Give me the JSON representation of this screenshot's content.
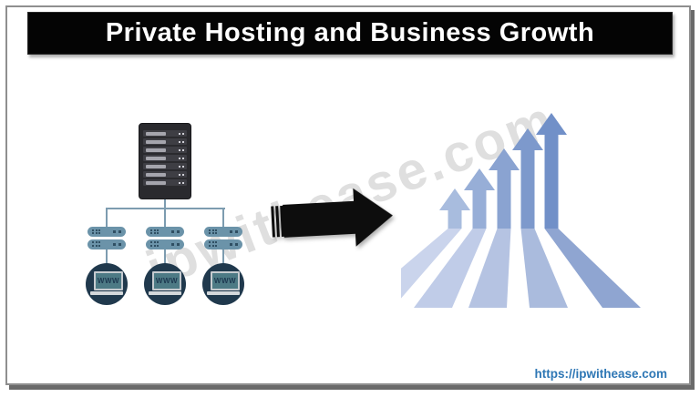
{
  "title": "Private Hosting and Business Growth",
  "watermark_text": "ipwithease.com",
  "footer_url": "https://ipwithease.com",
  "diagram": {
    "server_rack": {
      "icon": "server-rack-icon",
      "unit_count": 7
    },
    "switch_count": 3,
    "switch_rows_per_stack": 2,
    "clients": [
      {
        "label": "WWW"
      },
      {
        "label": "WWW"
      },
      {
        "label": "WWW"
      }
    ]
  },
  "growth_arrows": [
    {
      "rank": 1,
      "color": "#a8bcde",
      "trail_color": "#cad4ec"
    },
    {
      "rank": 2,
      "color": "#97aed7",
      "trail_color": "#c0cce8"
    },
    {
      "rank": 3,
      "color": "#8aa3d1",
      "trail_color": "#b5c3e2"
    },
    {
      "rank": 4,
      "color": "#7d99cc",
      "trail_color": "#aabbdd"
    },
    {
      "rank": 5,
      "color": "#7190c8",
      "trail_color": "#8fa5d1"
    }
  ],
  "colors": {
    "title_bg": "#040404",
    "title_text": "#ffffff",
    "link_blue": "#2e77b5",
    "connector": "#7d9cb0",
    "switch_body": "#6b93a9",
    "client_circle": "#20394d",
    "laptop_screen": "#4d7a85",
    "black_arrow": "#0d0d0d",
    "frame_border": "#8f8f8f",
    "frame_shadow": "#6a6a6a"
  }
}
